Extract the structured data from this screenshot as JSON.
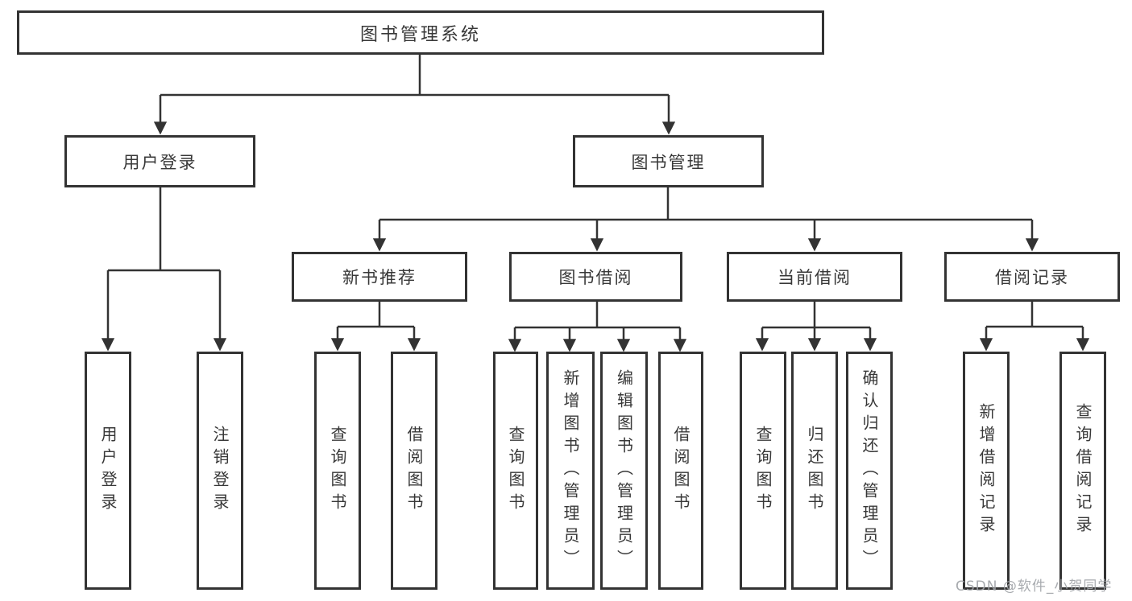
{
  "diagram": {
    "root_label": "图书管理系统",
    "branches": [
      {
        "label": "用户登录",
        "children": [
          {
            "label": "用户登录"
          },
          {
            "label": "注销登录"
          }
        ]
      },
      {
        "label": "图书管理",
        "children": [
          {
            "label": "新书推荐",
            "children": [
              {
                "label": "查询图书"
              },
              {
                "label": "借阅图书"
              }
            ]
          },
          {
            "label": "图书借阅",
            "children": [
              {
                "label": "查询图书"
              },
              {
                "label": "新增图书（管理员）"
              },
              {
                "label": "编辑图书（管理员）"
              },
              {
                "label": "借阅图书"
              }
            ]
          },
          {
            "label": "当前借阅",
            "children": [
              {
                "label": "查询图书"
              },
              {
                "label": "归还图书"
              },
              {
                "label": "确认归还（管理员）"
              }
            ]
          },
          {
            "label": "借阅记录",
            "children": [
              {
                "label": "新增借阅记录"
              },
              {
                "label": "查询借阅记录"
              }
            ]
          }
        ]
      }
    ]
  },
  "watermark": "CSDN @软件_小贺同学",
  "colors": {
    "line": "#333333",
    "text": "#383838",
    "watermark": "#9ea2a6",
    "background": "#ffffff"
  }
}
